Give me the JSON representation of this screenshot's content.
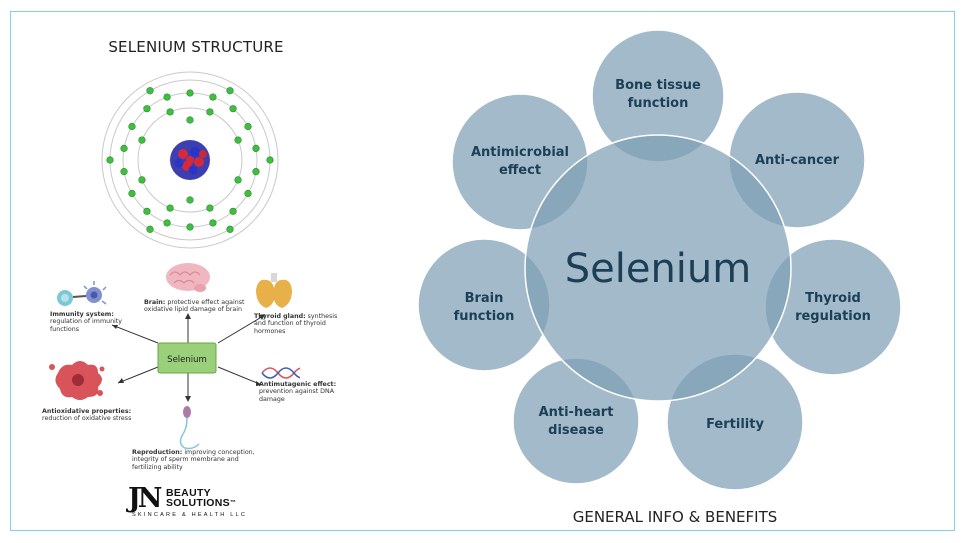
{
  "left_panel": {
    "title": "SELENIUM STRUCTURE",
    "center_label": "Selenium",
    "functions": [
      {
        "key": "immunity",
        "heading": "Immunity system",
        "text": "regulation of immunity functions",
        "icon": "immune-cells-icon"
      },
      {
        "key": "brain",
        "heading": "Brain",
        "text": "protective effect against oxidative lipid damage of brain",
        "icon": "brain-icon"
      },
      {
        "key": "thyroid",
        "heading": "Thyroid gland",
        "text": "synthesis and function of thyroid hormones",
        "icon": "thyroid-icon"
      },
      {
        "key": "antioxidative",
        "heading": "Antioxidative properties",
        "text": "reduction of oxidative stress",
        "icon": "cell-icon"
      },
      {
        "key": "antimutagenic",
        "heading": "Antimutagenic effect",
        "text": "prevention against DNA damage",
        "icon": "dna-icon"
      },
      {
        "key": "reproduction",
        "heading": "Reproduction",
        "text": "improving conception, integrity of sperm membrane and fertilizing ability",
        "icon": "sperm-icon"
      }
    ],
    "logo": {
      "initials": "JN",
      "line1": "BEAUTY",
      "line2": "SOLUTIONS",
      "tm": "™",
      "sub": "SKINCARE & HEALTH LLC"
    }
  },
  "right_panel": {
    "center": "Selenium",
    "benefits": [
      "Bone tissue function",
      "Anti-cancer",
      "Thyroid regulation",
      "Fertility",
      "Anti-heart disease",
      "Brain function",
      "Antimicrobial effect"
    ],
    "caption": "GENERAL INFO & BENEFITS"
  },
  "colors": {
    "circle_fill": "#7fa0b6",
    "circle_stroke": "#ffffff",
    "center_text": "#1d3f55",
    "outer_text": "#1d3f55",
    "frame": "#7fd3e6",
    "electron": "#3fbf3f",
    "selenium_box": "#9bd07a"
  }
}
